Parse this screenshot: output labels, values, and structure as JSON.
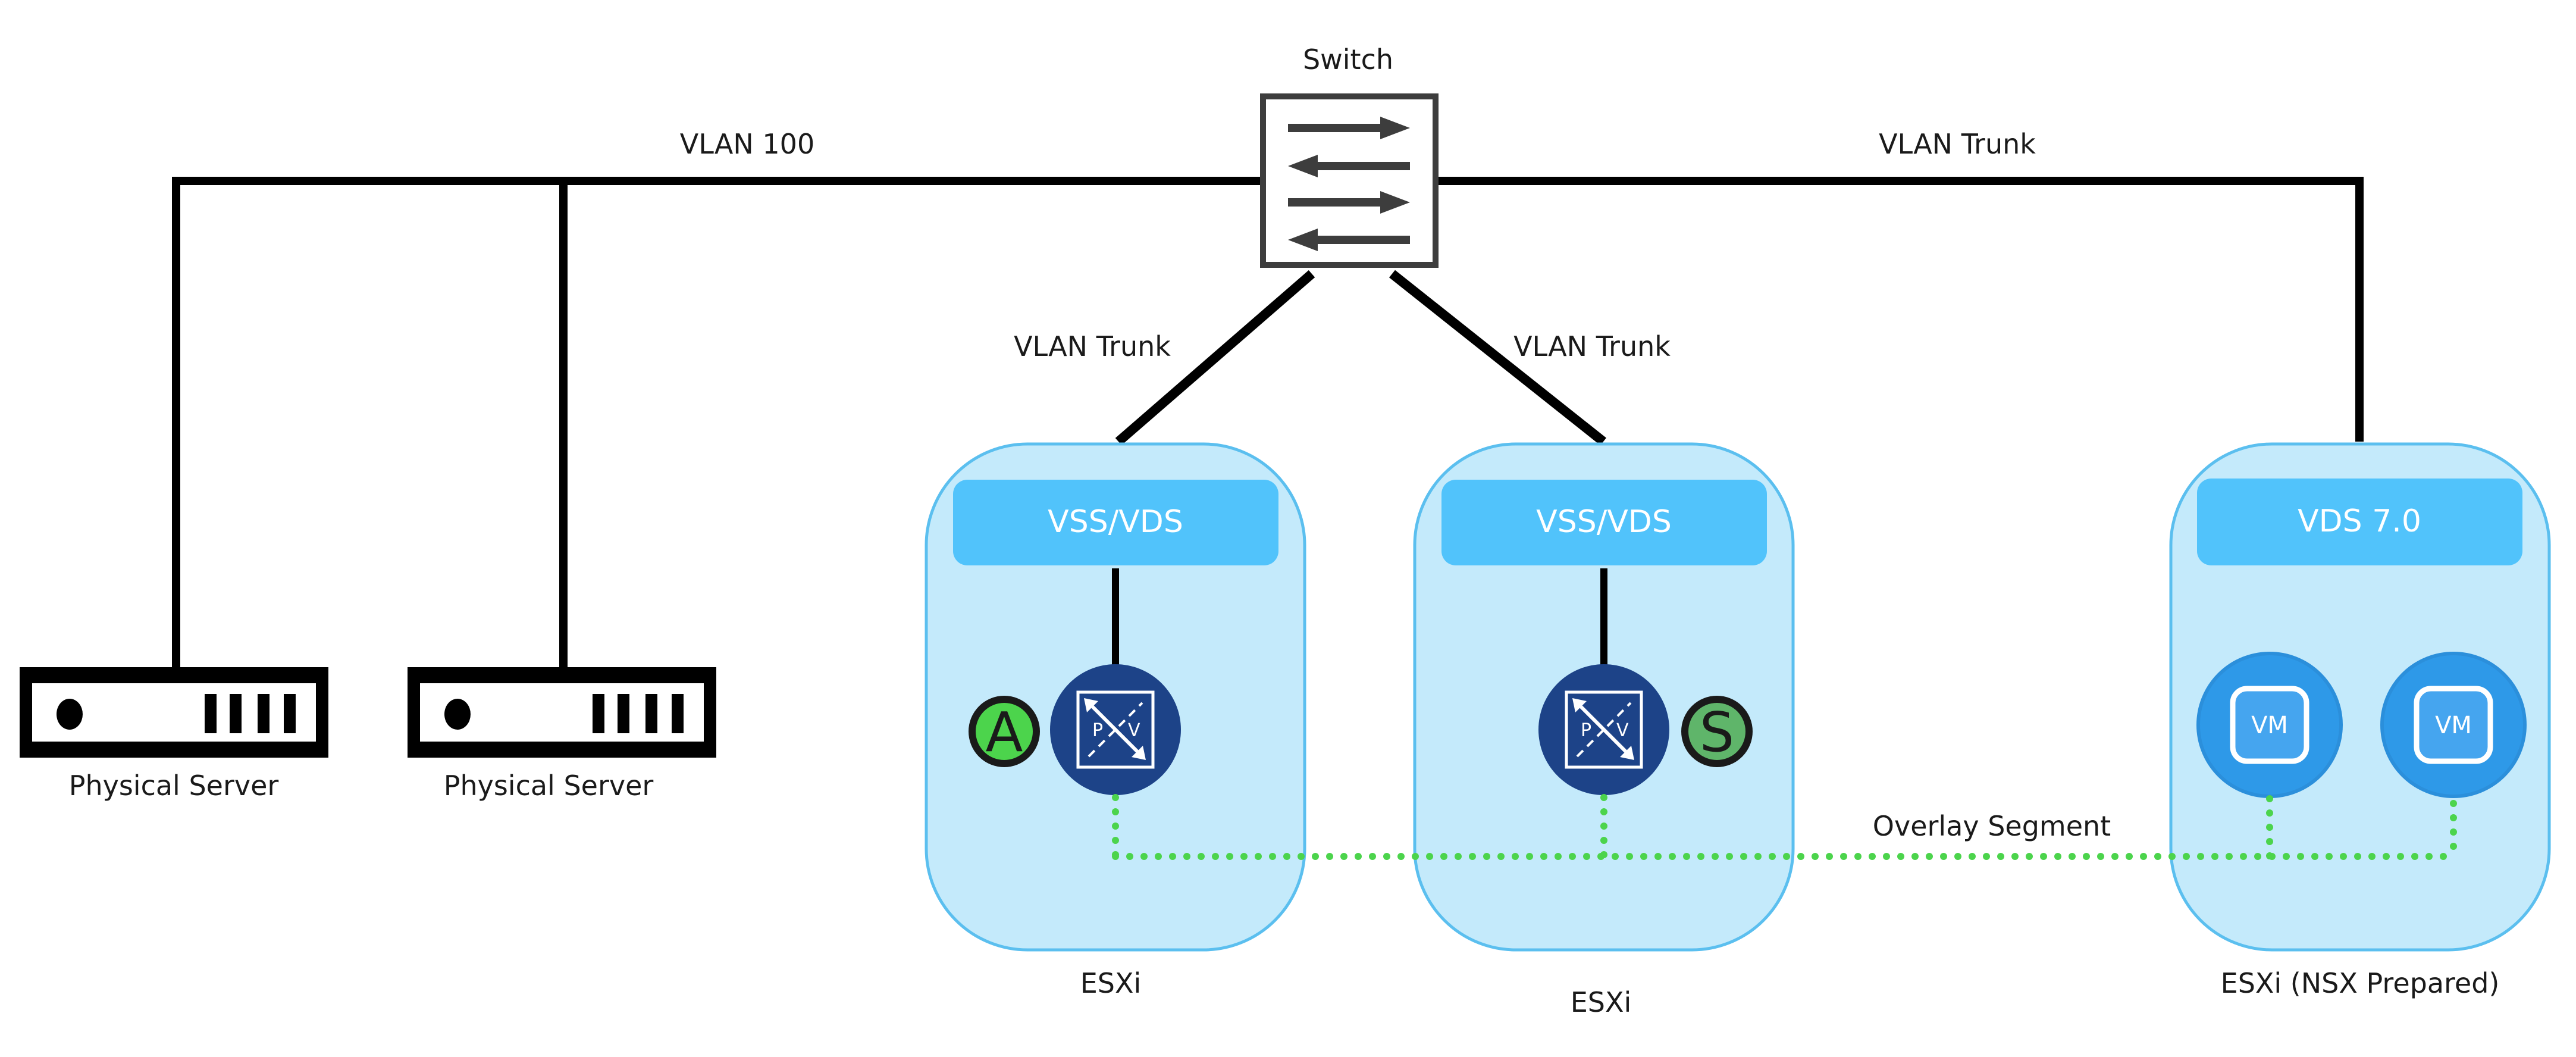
{
  "diagram": {
    "switch": {
      "label": "Switch",
      "icon": "switch-arrows-icon"
    },
    "links": {
      "vlan100": "VLAN 100",
      "trunk_right": "VLAN Trunk",
      "trunk_esxi1": "VLAN Trunk",
      "trunk_esxi2": "VLAN Trunk",
      "overlay": "Overlay Segment"
    },
    "physical_servers": [
      {
        "label": "Physical Server",
        "icon": "server-icon"
      },
      {
        "label": "Physical Server",
        "icon": "server-icon"
      }
    ],
    "hosts": [
      {
        "label": "ESXi",
        "switch_label": "VSS/VDS",
        "node_icon": "pv-edge-icon",
        "badge": "A",
        "badge_color": "#4cd44c"
      },
      {
        "label": "ESXi",
        "switch_label": "VSS/VDS",
        "node_icon": "pv-edge-icon",
        "badge": "S",
        "badge_color": "#5fb56a"
      },
      {
        "label": "ESXi (NSX Prepared)",
        "switch_label": "VDS 7.0",
        "vms": [
          "VM",
          "VM"
        ]
      }
    ],
    "pv_icon": {
      "p": "P",
      "v": "V"
    },
    "colors": {
      "host_fill": "#c4eafb",
      "host_border": "#5bbfef",
      "switch_bar": "#51c3fb",
      "edge_node": "#1d4388",
      "vm_node": "#2e99e8",
      "overlay": "#4cd44c"
    }
  }
}
